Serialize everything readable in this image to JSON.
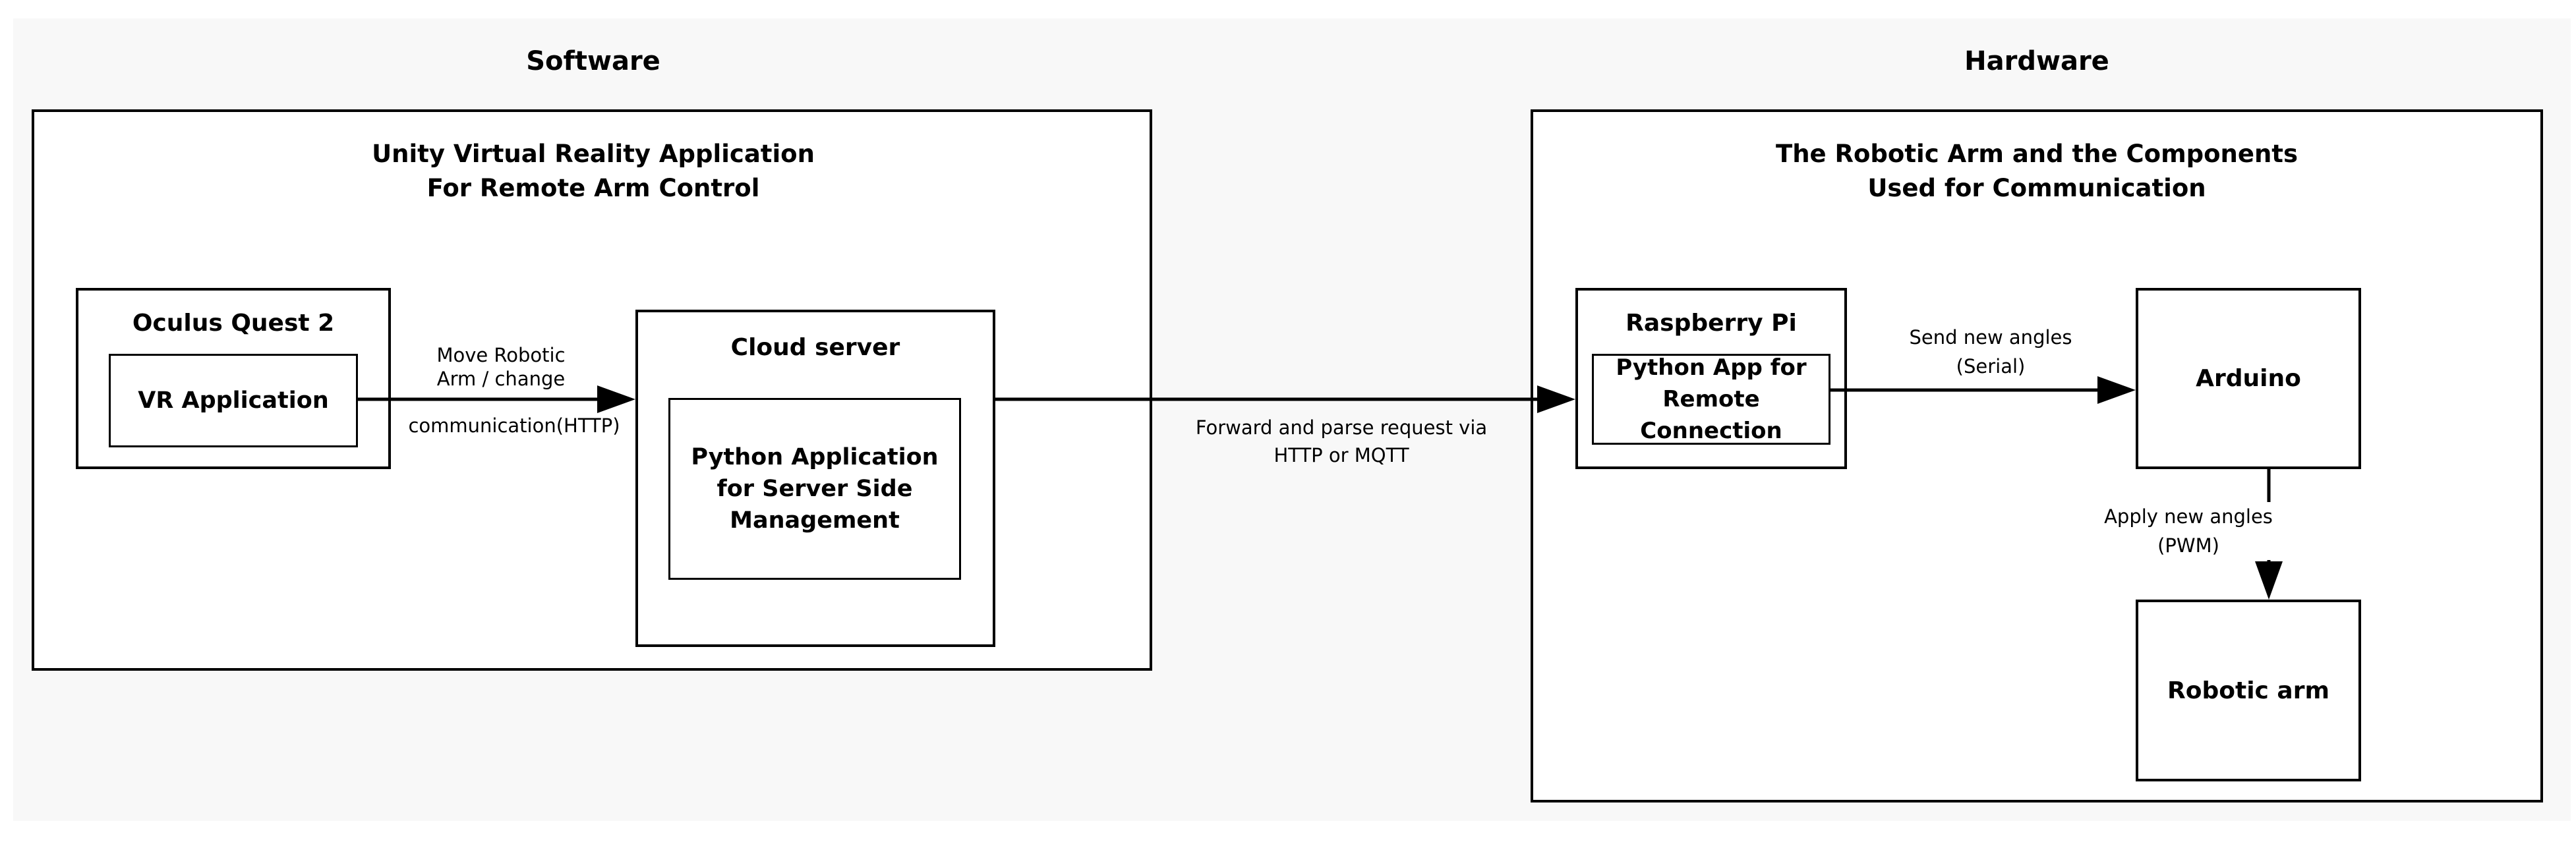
{
  "software": {
    "heading": "Software",
    "container_title": "Unity Virtual Reality Application\nFor Remote Arm Control",
    "oculus": {
      "title": "Oculus Quest 2",
      "inner": "VR Application"
    },
    "cloud": {
      "title": "Cloud server",
      "inner": "Python Application\nfor Server Side\nManagement"
    }
  },
  "hardware": {
    "heading": "Hardware",
    "container_title": "The Robotic Arm and the Components\nUsed for Communication",
    "raspberry": {
      "title": "Raspberry Pi",
      "inner": "Python App for\nRemote Connection"
    },
    "arduino": {
      "title": "Arduino"
    },
    "robotic_arm": {
      "title": "Robotic arm"
    }
  },
  "edges": {
    "vr_to_cloud_top": "Move Robotic\nArm / change",
    "vr_to_cloud_bottom": "communication(HTTP)",
    "cloud_to_pi": "Forward and parse request via\nHTTP or MQTT",
    "pi_to_arduino": "Send new angles\n(Serial)",
    "arduino_to_arm": "Apply new angles\n(PWM)"
  }
}
